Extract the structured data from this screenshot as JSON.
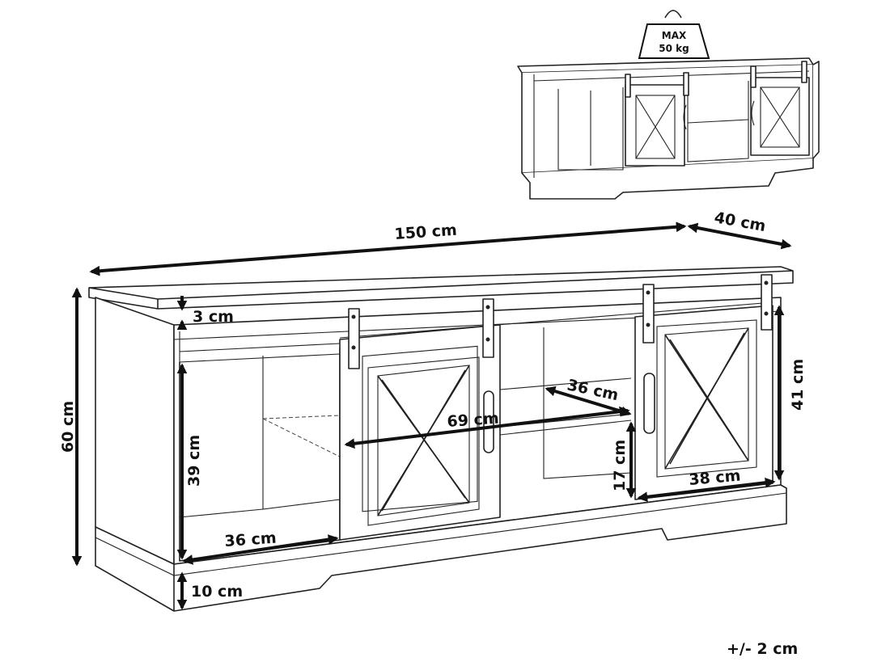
{
  "weight": {
    "line1": "MAX",
    "line2": "50 kg"
  },
  "dimensions": {
    "width": "150 cm",
    "depth": "40 cm",
    "height": "60 cm",
    "top_thickness": "3 cm",
    "left_opening_height": "39 cm",
    "left_opening_width": "36 cm",
    "plinth_height": "10 cm",
    "shelf_width": "69 cm",
    "shelf_depth": "36 cm",
    "lower_opening_height": "17 cm",
    "door_width": "38 cm",
    "right_height": "41 cm"
  },
  "tolerance": "+/- 2 cm"
}
